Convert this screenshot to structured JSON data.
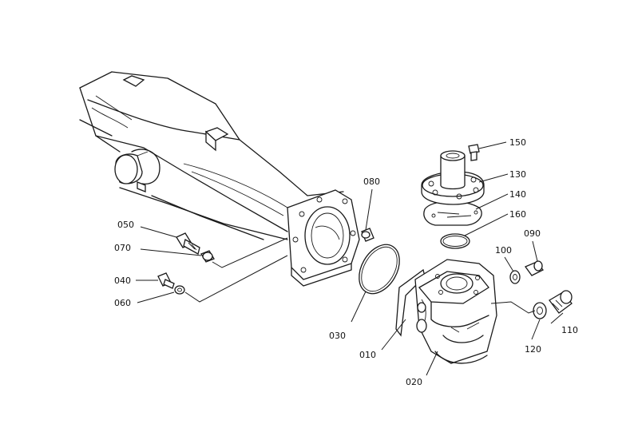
{
  "callouts": [
    {
      "id": "c010",
      "text": "010"
    },
    {
      "id": "c020",
      "text": "020"
    },
    {
      "id": "c030",
      "text": "030"
    },
    {
      "id": "c040",
      "text": "040"
    },
    {
      "id": "c050",
      "text": "050"
    },
    {
      "id": "c060",
      "text": "060"
    },
    {
      "id": "c070",
      "text": "070"
    },
    {
      "id": "c080",
      "text": "080"
    },
    {
      "id": "c090",
      "text": "090"
    },
    {
      "id": "c100",
      "text": "100"
    },
    {
      "id": "c110",
      "text": "110"
    },
    {
      "id": "c120",
      "text": "120"
    },
    {
      "id": "c130",
      "text": "130"
    },
    {
      "id": "c140",
      "text": "140"
    },
    {
      "id": "c150",
      "text": "150"
    },
    {
      "id": "c160",
      "text": "160"
    }
  ]
}
